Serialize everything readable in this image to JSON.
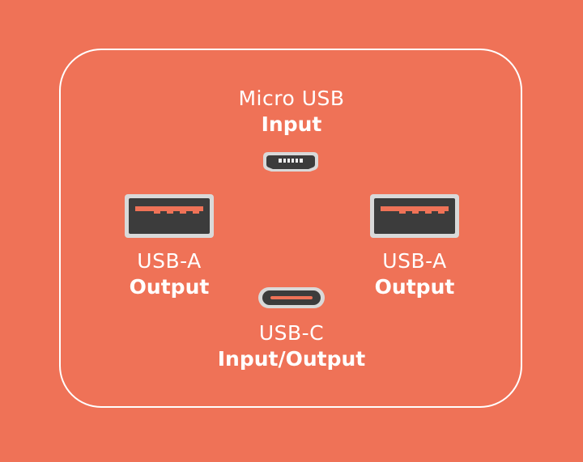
{
  "ports": {
    "micro_usb": {
      "name": "Micro USB",
      "role": "Input"
    },
    "usb_a_left": {
      "name": "USB-A",
      "role": "Output"
    },
    "usb_a_right": {
      "name": "USB-A",
      "role": "Output"
    },
    "usb_c": {
      "name": "USB-C",
      "role": "Input/Output"
    }
  },
  "colors": {
    "background": "#ef7257",
    "port_body": "#3c3c3c",
    "port_frame": "#d9d9d9",
    "accent": "#ef7257"
  }
}
